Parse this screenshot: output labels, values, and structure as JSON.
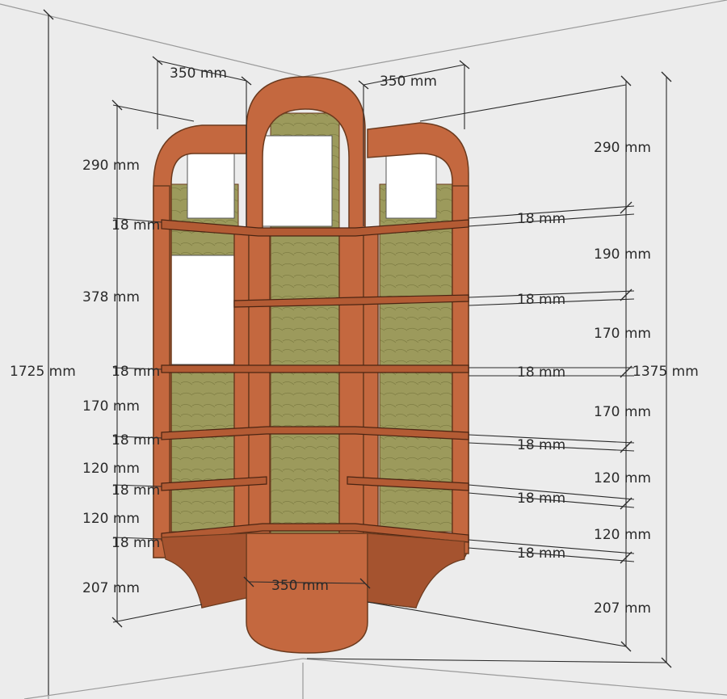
{
  "dimensions": {
    "top_width_left": "350 mm",
    "top_width_right": "350 mm",
    "bottom_width": "350 mm",
    "total_height": "1725 mm",
    "right_total": "1375 mm",
    "left": [
      "290 mm",
      "18 mm",
      "378 mm",
      "18 mm",
      "170 mm",
      "18 mm",
      "120 mm",
      "18 mm",
      "120 mm",
      "18 mm",
      "207 mm"
    ],
    "right": [
      "290 mm",
      "18 mm",
      "190 mm",
      "18 mm",
      "170 mm",
      "18 mm",
      "170 mm",
      "18 mm",
      "120 mm",
      "18 mm",
      "120 mm",
      "18 mm",
      "207 mm"
    ]
  },
  "colors": {
    "wood": "#c4683f",
    "panel": "#9a9a5a",
    "wall": "#ececec"
  }
}
